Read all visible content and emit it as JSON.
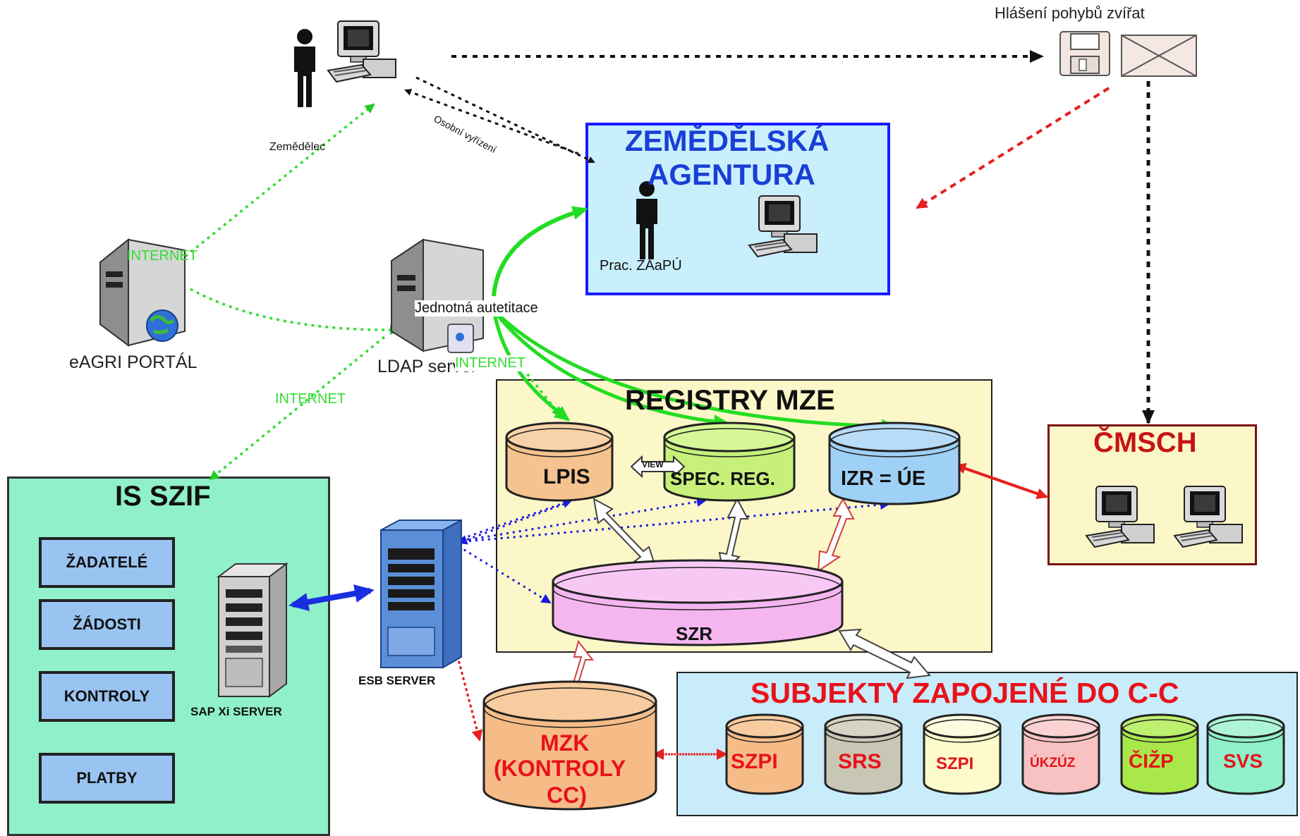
{
  "farmer": {
    "label": "Zemědělec",
    "personal_label": "Osobní vyřízení"
  },
  "animal_reports": {
    "label": "Hlášení pohybů zvířat"
  },
  "agency": {
    "title_line1": "ZEMĚDĚLSKÁ",
    "title_line2": "AGENTURA",
    "worker_label": "Prac. ZAaPÚ"
  },
  "portal": {
    "label": "eAGRI PORTÁL",
    "internet_label": "INTERNET"
  },
  "ldap": {
    "label": "LDAP server",
    "auth_label": "Jednotná autetitace",
    "internet_label": "INTERNET"
  },
  "internet_bottom": "INTERNET",
  "registry": {
    "title": "REGISTRY MZE",
    "lpis": "LPIS",
    "view": "VIEW",
    "spec": "SPEC. REG.",
    "izr": "IZR = ÚE",
    "szr": "SZR"
  },
  "cmsch": {
    "title": "ČMSCH"
  },
  "szif": {
    "title": "IS SZIF",
    "buttons": [
      "ŽADATELÉ",
      "ŽÁDOSTI",
      "KONTROLY",
      "PLATBY"
    ],
    "sap_label": "SAP Xi SERVER"
  },
  "esb": {
    "label": "ESB SERVER"
  },
  "mzk": {
    "line1": "MZK",
    "line2": "(KONTROLY",
    "line3": "CC)"
  },
  "subjects": {
    "title": "SUBJEKTY ZAPOJENÉ DO C-C",
    "items": [
      "SZPI",
      "SRS",
      "SZPI",
      "ÚKZÚZ",
      "ČIŽP",
      "SVS"
    ]
  },
  "colors": {
    "agency_border": "#1a1aff",
    "agency_title": "#1a3fd6",
    "registry_bg": "#fcf7c8",
    "szif_bg": "#8ff0c9",
    "subjects_bg": "#c9ecfb",
    "subjects_title": "#e8121b",
    "cmsch_border": "#7a1010",
    "cmsch_title": "#c61414",
    "internet": "#33dd33"
  }
}
